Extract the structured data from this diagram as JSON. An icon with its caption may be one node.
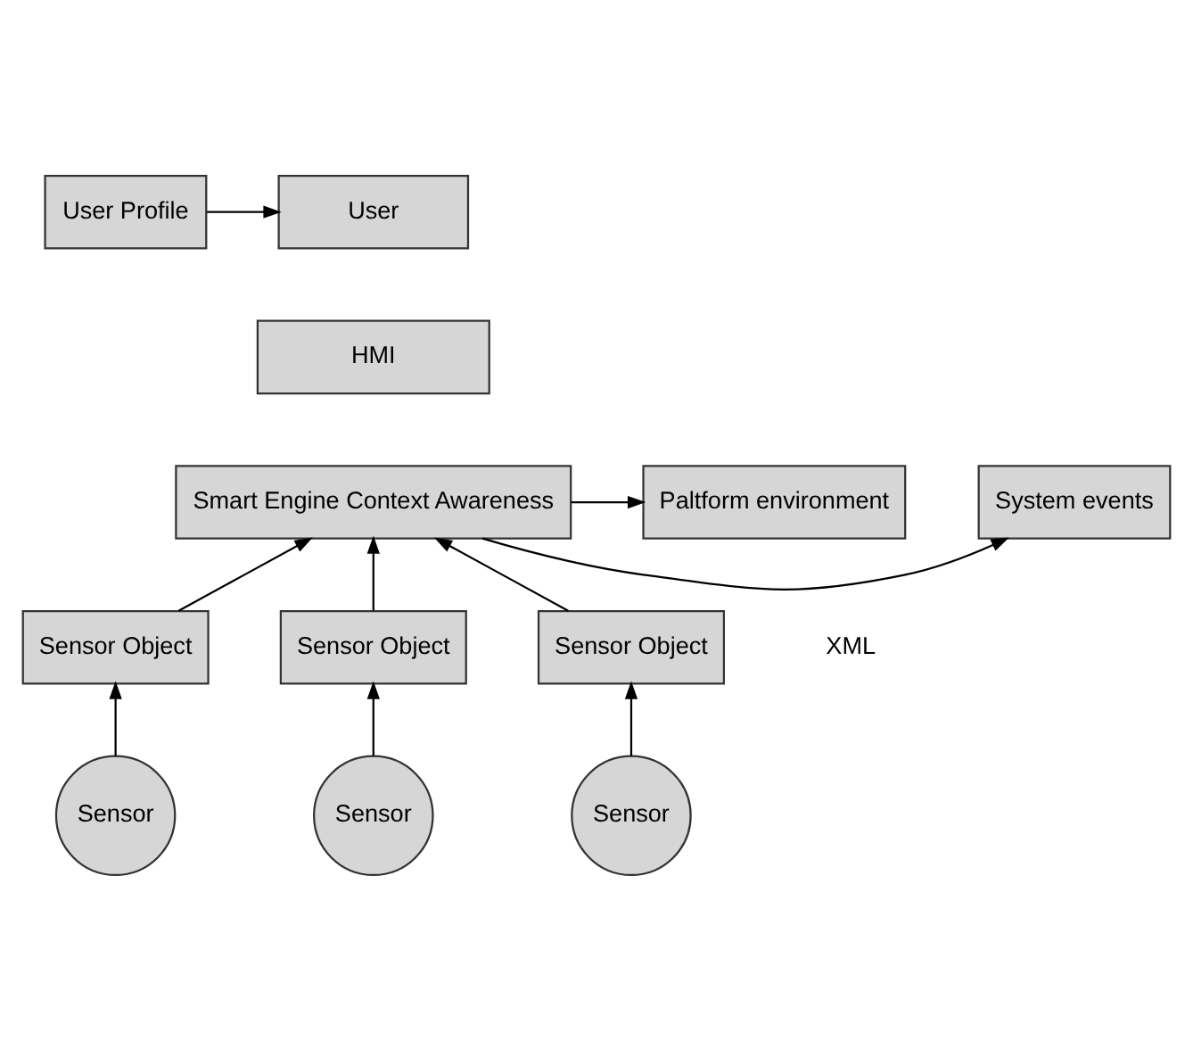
{
  "diagram": {
    "nodes": [
      {
        "text": [
          "User"
        ]
      },
      {
        "text": [
          "User Profile"
        ]
      },
      {
        "text": [
          "HMI"
        ]
      },
      {
        "text": [
          "Paltform environment"
        ]
      },
      {
        "text": [
          "Smart Engine Context Awareness"
        ]
      },
      {
        "text": [
          "System events"
        ]
      },
      {
        "text": [
          "Sensor Object"
        ]
      },
      {
        "text": [
          "Sensor Object"
        ]
      },
      {
        "text": [
          "Sensor Object"
        ]
      },
      {
        "text": [
          "Sensor"
        ]
      },
      {
        "text": [
          "Sensor"
        ]
      },
      {
        "text": [
          "Sensor"
        ]
      }
    ],
    "edges": [
      {
        "from": 1,
        "to": 0,
        "arrow": "to"
      },
      {
        "from": 4,
        "to": 3,
        "arrow": "to"
      },
      {
        "from": 4,
        "to": 5,
        "arrow": "to"
      },
      {
        "from": 6,
        "to": 4,
        "arrow": "to"
      },
      {
        "from": 7,
        "to": 4,
        "arrow": "to"
      },
      {
        "from": 8,
        "to": 4,
        "arrow": "to"
      },
      {
        "from": 9,
        "to": 6,
        "arrow": "to"
      },
      {
        "from": 10,
        "to": 7,
        "arrow": "to"
      },
      {
        "from": 11,
        "to": 8,
        "arrow": "to"
      }
    ],
    "labels": [
      "XML"
    ]
  }
}
